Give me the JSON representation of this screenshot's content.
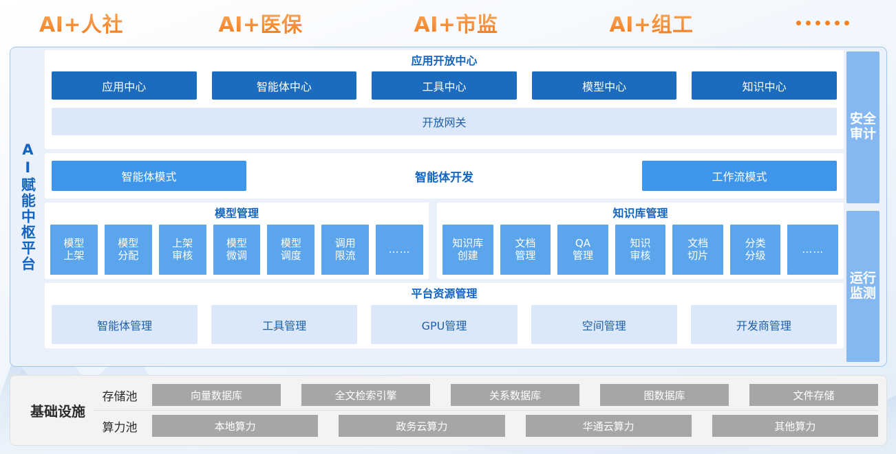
{
  "scenes": {
    "items": [
      "AI+人社",
      "AI+医保",
      "AI+市监",
      "AI+组工"
    ],
    "more_label": "……",
    "accent_color": "#f08226"
  },
  "platform": {
    "left_label": "AI赋能中枢平台",
    "side_blocks": [
      {
        "label": "安全\n审计",
        "line1": "安全",
        "line2": "审计"
      },
      {
        "label": "运行\n监测",
        "line1": "运行",
        "line2": "监测"
      }
    ],
    "app_center": {
      "title": "应用开放中心",
      "buttons": [
        "应用中心",
        "智能体中心",
        "工具中心",
        "模型中心",
        "知识中心"
      ],
      "gateway": "开放网关"
    },
    "agent_dev": {
      "title": "智能体开发",
      "left_mode": "智能体模式",
      "right_mode": "工作流模式"
    },
    "model_mgmt": {
      "title": "模型管理",
      "chips": [
        {
          "line1": "模型",
          "line2": "上架"
        },
        {
          "line1": "模型",
          "line2": "分配"
        },
        {
          "line1": "上架",
          "line2": "审核"
        },
        {
          "line1": "模型",
          "line2": "微调"
        },
        {
          "line1": "模型",
          "line2": "调度"
        },
        {
          "line1": "调用",
          "line2": "限流"
        },
        {
          "line1": "……",
          "line2": ""
        }
      ]
    },
    "kb_mgmt": {
      "title": "知识库管理",
      "chips": [
        {
          "line1": "知识库",
          "line2": "创建"
        },
        {
          "line1": "文档",
          "line2": "管理"
        },
        {
          "line1": "QA",
          "line2": "管理"
        },
        {
          "line1": "知识",
          "line2": "审核"
        },
        {
          "line1": "文档",
          "line2": "切片"
        },
        {
          "line1": "分类",
          "line2": "分级"
        },
        {
          "line1": "……",
          "line2": ""
        }
      ]
    },
    "resource_mgmt": {
      "title": "平台资源管理",
      "boxes": [
        "智能体管理",
        "工具管理",
        "GPU管理",
        "空间管理",
        "开发商管理"
      ]
    },
    "colors": {
      "dark_blue": "#1b6cbe",
      "mid_blue": "#3f95ea",
      "chip_blue": "#5ba5ec",
      "light_blue": "#dae8fa",
      "side_blue": "#85b8f0",
      "title_blue": "#1565c0"
    }
  },
  "infrastructure": {
    "label": "基础设施",
    "storage_pool": {
      "name": "存储池",
      "items": [
        "向量数据库",
        "全文检索引擎",
        "关系数据库",
        "图数据库",
        "文件存储"
      ]
    },
    "compute_pool": {
      "name": "算力池",
      "items": [
        "本地算力",
        "政务云算力",
        "华通云算力",
        "其他算力"
      ]
    },
    "box_color": "#a6a6a6"
  }
}
